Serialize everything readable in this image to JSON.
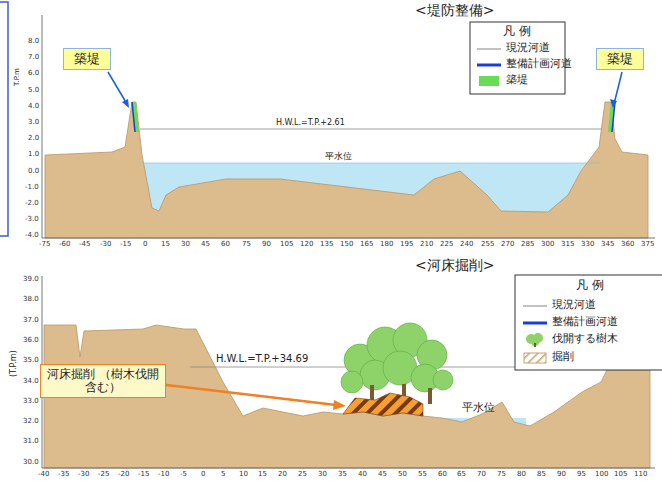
{
  "diagram": {
    "nodes": [
      {
        "text": [
          "築堤"
        ]
      },
      {
        "text": [
          "築堤"
        ]
      },
      {
        "text": [
          "河床掘削 （樹木伐開含む）"
        ]
      }
    ],
    "labels": [
      "<堤防整備>",
      "<河床掘削>",
      "凡 例",
      "凡 例",
      "H.W.L.=T.P.+2.61",
      "平水位",
      "H.W.L.=T.P.+34.69",
      "平水位",
      "T.P.m",
      "(T.P.m)",
      "8.0",
      "7.0",
      "6.0",
      "5.0",
      "4.0",
      "3.0",
      "2.0",
      "1.0",
      "0.0",
      "-1.0",
      "-2.0",
      "-3.0",
      "-4.0",
      "-75",
      "-60",
      "-45",
      "-30",
      "-15",
      "0",
      "15",
      "30",
      "45",
      "60",
      "75",
      "90",
      "105",
      "120",
      "135",
      "150",
      "165",
      "180",
      "195",
      "210",
      "225",
      "240",
      "255",
      "270",
      "285",
      "300",
      "315",
      "330",
      "345",
      "360",
      "375",
      "39.0",
      "38.0",
      "37.0",
      "36.0",
      "35.0",
      "34.0",
      "33.0",
      "32.0",
      "31.0",
      "30.0",
      "-40",
      "-35",
      "-30",
      "-25",
      "-20",
      "-15",
      "-10",
      "-5",
      "0",
      "5",
      "10",
      "15",
      "20",
      "25",
      "30",
      "35",
      "40",
      "45",
      "50",
      "55",
      "60",
      "65",
      "70",
      "75",
      "80",
      "85",
      "90",
      "95",
      "100",
      "105",
      "110"
    ],
    "legend": [
      {
        "text": "現況河道"
      },
      {
        "text": "整備計画河道"
      },
      {
        "text": "築堤",
        "color": "#66dd55"
      },
      {
        "text": "現況河道"
      },
      {
        "text": "整備計画河道"
      },
      {
        "text": "伐開する樹木"
      },
      {
        "text": "掘削"
      }
    ]
  }
}
